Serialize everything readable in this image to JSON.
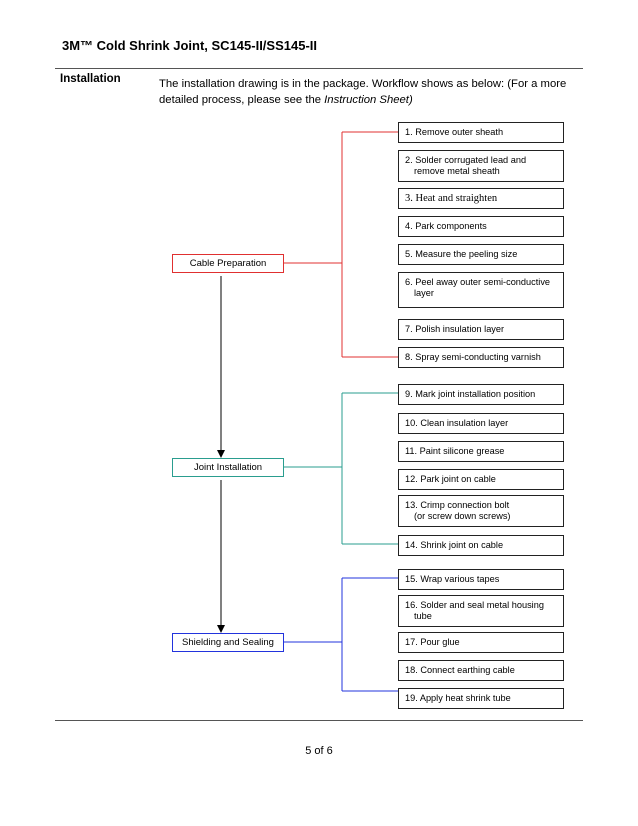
{
  "header": {
    "title": "3M™ Cold Shrink Joint, SC145-II/SS145-II"
  },
  "section": {
    "label": "Installation",
    "intro_text": "The installation drawing is in the package.  Workflow shows as below:  (For a more detailed process, please see the ",
    "intro_italic": "Instruction Sheet)"
  },
  "groups": [
    {
      "label": "Cable Preparation",
      "color": "#e03030"
    },
    {
      "label": "Joint Installation",
      "color": "#2a9d8f"
    },
    {
      "label": "Shielding and Sealing",
      "color": "#2233dd"
    }
  ],
  "steps": [
    {
      "line1": "1. Remove outer sheath"
    },
    {
      "line1": "2. Solder corrugated lead and",
      "line2": "remove metal sheath"
    },
    {
      "line1": "3. Heat and straighten"
    },
    {
      "line1": "4. Park components"
    },
    {
      "line1": "5. Measure the peeling size"
    },
    {
      "line1": "6. Peel away outer semi-conductive",
      "line2": "layer"
    },
    {
      "line1": "7. Polish insulation layer"
    },
    {
      "line1": "8. Spray semi-conducting varnish"
    },
    {
      "line1": "9. Mark joint installation position"
    },
    {
      "line1": "10. Clean insulation layer"
    },
    {
      "line1": "11. Paint silicone grease"
    },
    {
      "line1": "12. Park joint on cable"
    },
    {
      "line1": "13. Crimp connection bolt",
      "line2": "(or screw down screws)"
    },
    {
      "line1": "14. Shrink joint on cable"
    },
    {
      "line1": "15. Wrap various tapes"
    },
    {
      "line1": "16. Solder and seal metal housing",
      "line2": "tube"
    },
    {
      "line1": "17. Pour glue"
    },
    {
      "line1": "18. Connect earthing cable"
    },
    {
      "line1": "19. Apply heat shrink tube"
    }
  ],
  "footer": {
    "page": "5 of 6"
  }
}
